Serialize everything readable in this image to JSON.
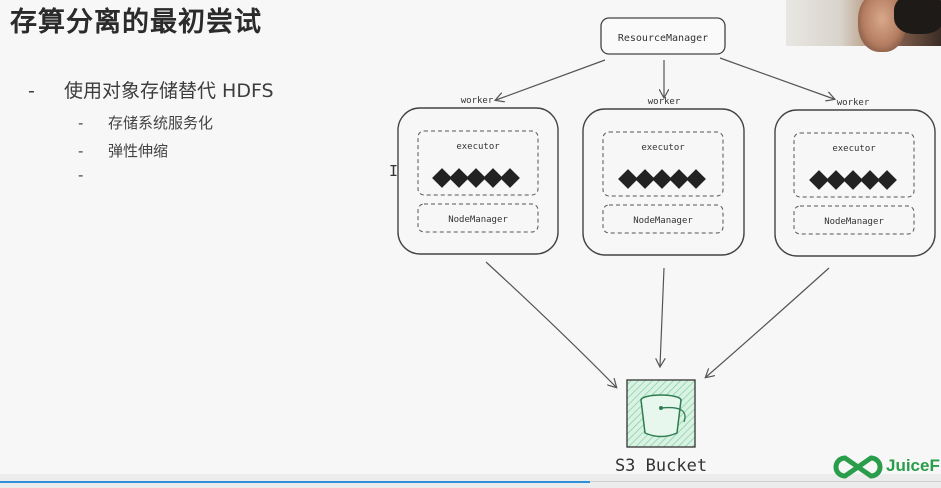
{
  "slide": {
    "title": "存算分离的最初尝试",
    "bullets": [
      {
        "text": "使用对象存储替代 HDFS",
        "level": 1
      },
      {
        "text": "存储系统服务化",
        "level": 2
      },
      {
        "text": "弹性伸缩",
        "level": 2
      },
      {
        "text": "",
        "level": 2
      }
    ],
    "bullet_marker": "-"
  },
  "diagram": {
    "resource_manager": "ResourceManager",
    "workers": [
      {
        "label": "worker",
        "executor": "executor",
        "node_manager": "NodeManager"
      },
      {
        "label": "worker",
        "executor": "executor",
        "node_manager": "NodeManager"
      },
      {
        "label": "worker",
        "executor": "executor",
        "node_manager": "NodeManager"
      }
    ],
    "storage_label": "S3 Bucket",
    "bucket_fill_color": "#cdeedd",
    "bucket_stroke_color": "#2e7d4f"
  },
  "brand": {
    "logo_text": "JuiceF",
    "logo_color": "#2a9d4b"
  },
  "accent_color": "#2f8fd8"
}
